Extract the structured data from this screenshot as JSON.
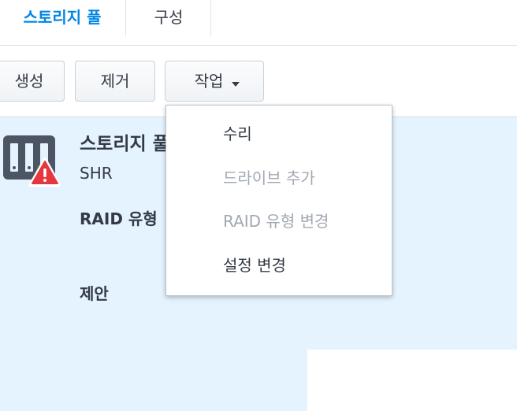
{
  "tabs": [
    {
      "label": "스토리지 풀",
      "active": true
    },
    {
      "label": "구성",
      "active": false
    }
  ],
  "toolbar": {
    "create_label": "생성",
    "remove_label": "제거",
    "action_label": "작업"
  },
  "pool": {
    "title": "스토리지 풀",
    "type": "SHR",
    "raid_type_label": "RAID 유형",
    "suggestion_label": "제안",
    "status_icon": "warning-icon"
  },
  "action_menu": {
    "items": [
      {
        "label": "수리",
        "enabled": true
      },
      {
        "label": "드라이브 추가",
        "enabled": false
      },
      {
        "label": "RAID 유형 변경",
        "enabled": false
      },
      {
        "label": "설정 변경",
        "enabled": true
      }
    ]
  },
  "colors": {
    "accent": "#0086e5",
    "panel_bg": "#e4f3fd",
    "warning": "#e6373f",
    "disabled_text": "#a1a8b1"
  }
}
